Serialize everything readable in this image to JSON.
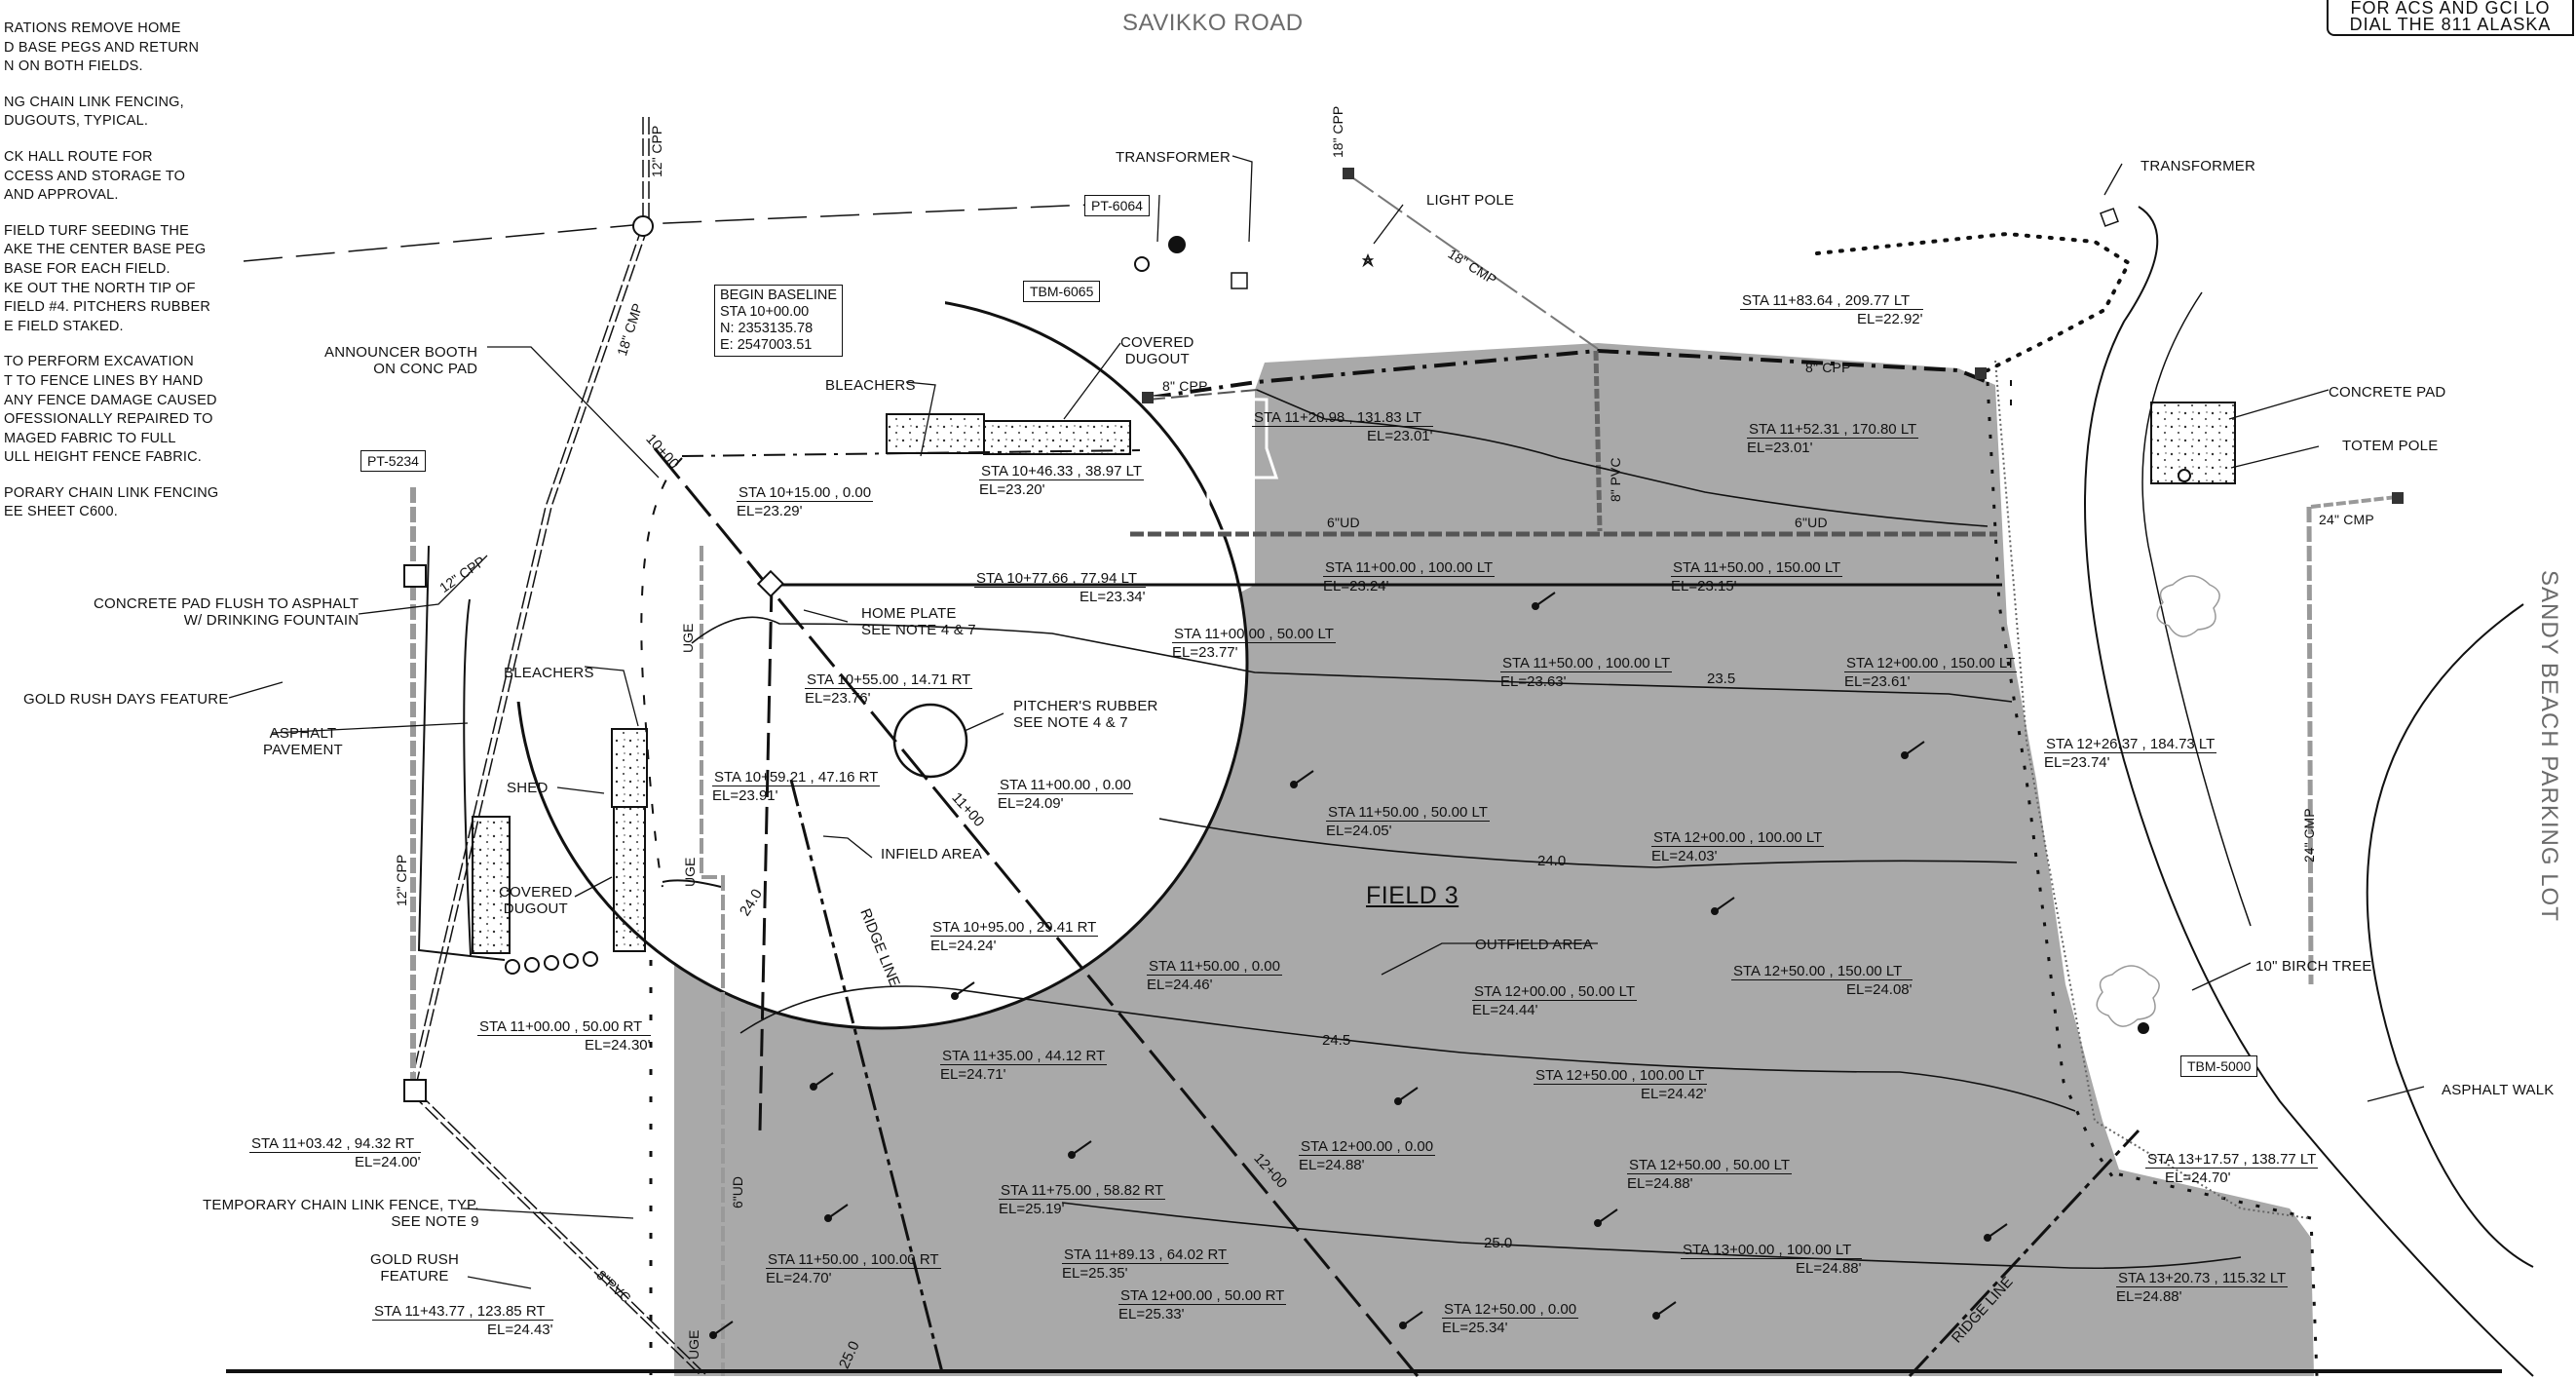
{
  "notes": [
    "RATIONS REMOVE HOME\nD BASE PEGS AND RETURN\nN ON BOTH FIELDS.",
    "NG CHAIN LINK FENCING,\nDUGOUTS, TYPICAL.",
    "CK HALL ROUTE FOR\nCCESS AND STORAGE TO\nAND APPROVAL.",
    "FIELD TURF SEEDING THE\nAKE THE CENTER BASE PEG\nBASE FOR EACH FIELD.\nKE OUT THE NORTH TIP OF\nFIELD #4. PITCHERS RUBBER\nE FIELD STAKED.",
    "TO PERFORM EXCAVATION\nT TO FENCE LINES BY HAND\nANY FENCE DAMAGE CAUSED\nOFESSIONALLY REPAIRED TO\nMAGED FABRIC TO FULL\nULL HEIGHT FENCE FABRIC.",
    "PORARY CHAIN LINK FENCING\nEE SHEET C600."
  ],
  "dig_notice": {
    "line1": "FOR ACS AND GCI LO",
    "line2": "DIAL THE 811 ALASKA"
  },
  "road_name": "SAVIKKO ROAD",
  "parking_lot": "SANDY BEACH PARKING LOT",
  "field_name": "FIELD 3",
  "baseline": {
    "title": "BEGIN BASELINE",
    "sta": "STA 10+00.00",
    "n": "N: 2353135.78",
    "e": "E: 2547003.51"
  },
  "tags": {
    "pt6064": "PT-6064",
    "tbm6065": "TBM-6065",
    "pt5234": "PT-5234",
    "tbm5000": "TBM-5000"
  },
  "callouts": {
    "transformer_left": "TRANSFORMER",
    "transformer_right": "TRANSFORMER",
    "light_pole": "LIGHT POLE",
    "covered_dugout_top": "COVERED\nDUGOUT",
    "bleachers_top": "BLEACHERS",
    "announcer_booth": "ANNOUNCER BOOTH\nON CONC PAD",
    "concrete_pad_fountain": "CONCRETE PAD FLUSH TO ASPHALT\nW/ DRINKING FOUNTAIN",
    "gold_rush_days": "GOLD RUSH DAYS FEATURE",
    "asphalt_pavement": "ASPHALT\nPAVEMENT",
    "bleachers_left": "BLEACHERS",
    "shed": "SHED",
    "covered_dugout_left": "COVERED\nDUGOUT",
    "home_plate": "HOME PLATE\nSEE NOTE 4 & 7",
    "pitchers_rubber": "PITCHER'S RUBBER\nSEE NOTE 4 & 7",
    "infield_area": "INFIELD AREA",
    "outfield_area": "OUTFIELD AREA",
    "concrete_pad": "CONCRETE PAD",
    "totem_pole": "TOTEM POLE",
    "birch_tree": "10\" BIRCH TREE",
    "asphalt_walk": "ASPHALT WALK",
    "temp_fence": "TEMPORARY CHAIN LINK FENCE, TYP.\nSEE NOTE 9",
    "gold_rush_feature": "GOLD RUSH\nFEATURE",
    "ridge_line_1": "RIDGE LINE",
    "ridge_line_2": "RIDGE LINE"
  },
  "pipes": {
    "cpp12_top": "12\" CPP",
    "cpp18_top": "18\" CPP",
    "cmp18": "18\" CMP",
    "cmp18_b": "18\" CMP",
    "cpp8_a": "8\" CPP",
    "cpp8_b": "8\" CPP",
    "pvc8": "8\" PVC",
    "ud6_a": "6\"UD",
    "ud6_b": "6\"UD",
    "ud6_c": "6\"UD",
    "cpp12_left": "12\" CPP",
    "cpp12_diag": "12\" CPP",
    "cmp24_a": "24\" CMP",
    "cmp24_b": "24\" CMP",
    "pvc8_b": "8\"PVC",
    "uge_1": "UGE",
    "uge_2": "UGE",
    "uge_3": "UGE"
  },
  "stations": [
    {
      "id": "s1",
      "sta": "STA 11+83.64 , 209.77 LT",
      "el": "EL=22.92'"
    },
    {
      "id": "s2",
      "sta": "STA 11+20.98 , 131.83 LT",
      "el": "EL=23.01'"
    },
    {
      "id": "s3",
      "sta": "STA 11+52.31 , 170.80 LT",
      "el": "EL=23.01'"
    },
    {
      "id": "s4",
      "sta": "STA 10+46.33 , 38.97 LT",
      "el": "EL=23.20'"
    },
    {
      "id": "s5",
      "sta": "STA 10+15.00 , 0.00",
      "el": "EL=23.29'"
    },
    {
      "id": "s6",
      "sta": "STA 10+77.66 , 77.94 LT",
      "el": "EL=23.34'"
    },
    {
      "id": "s7",
      "sta": "STA 11+00.00 , 100.00 LT",
      "el": "EL=23.24'"
    },
    {
      "id": "s8",
      "sta": "STA 11+50.00 , 150.00 LT",
      "el": "EL=23.15'"
    },
    {
      "id": "s9",
      "sta": "STA 11+00.00 , 50.00 LT",
      "el": "EL=23.77'"
    },
    {
      "id": "s10",
      "sta": "STA 11+50.00 , 100.00 LT",
      "el": "EL=23.63'"
    },
    {
      "id": "s11",
      "sta": "STA 12+00.00 , 150.00 LT",
      "el": "EL=23.61'"
    },
    {
      "id": "s12",
      "sta": "STA 10+55.00 , 14.71 RT",
      "el": "EL=23.76'"
    },
    {
      "id": "s13",
      "sta": "STA 12+26.37 , 184.73 LT",
      "el": "EL=23.74'"
    },
    {
      "id": "s14",
      "sta": "STA 10+59.21 , 47.16 RT",
      "el": "EL=23.91'"
    },
    {
      "id": "s15",
      "sta": "STA 11+00.00 , 0.00",
      "el": "EL=24.09'"
    },
    {
      "id": "s16",
      "sta": "STA 11+50.00 , 50.00 LT",
      "el": "EL=24.05'"
    },
    {
      "id": "s17",
      "sta": "STA 12+00.00 , 100.00 LT",
      "el": "EL=24.03'"
    },
    {
      "id": "s18",
      "sta": "STA 10+95.00 , 29.41 RT",
      "el": "EL=24.24'"
    },
    {
      "id": "s19",
      "sta": "STA 11+50.00 , 0.00",
      "el": "EL=24.46'"
    },
    {
      "id": "s20",
      "sta": "STA 12+00.00 , 50.00 LT",
      "el": "EL=24.44'"
    },
    {
      "id": "s21",
      "sta": "STA 12+50.00 , 150.00 LT",
      "el": "EL=24.08'"
    },
    {
      "id": "s22",
      "sta": "STA 11+00.00 , 50.00 RT",
      "el": "EL=24.30'"
    },
    {
      "id": "s23",
      "sta": "STA 11+35.00 , 44.12 RT",
      "el": "EL=24.71'"
    },
    {
      "id": "s24",
      "sta": "STA 12+50.00 , 100.00 LT",
      "el": "EL=24.42'"
    },
    {
      "id": "s25",
      "sta": "STA 11+03.42 , 94.32 RT",
      "el": "EL=24.00'"
    },
    {
      "id": "s26",
      "sta": "STA 12+00.00 , 0.00",
      "el": "EL=24.88'"
    },
    {
      "id": "s27",
      "sta": "STA 12+50.00 , 50.00 LT",
      "el": "EL=24.88'"
    },
    {
      "id": "s28",
      "sta": "STA 13+17.57 , 138.77 LT",
      "el": "EL=24.70'"
    },
    {
      "id": "s29",
      "sta": "STA 11+75.00 , 58.82 RT",
      "el": "EL=25.19'"
    },
    {
      "id": "s30",
      "sta": "STA 11+50.00 , 100.00 RT",
      "el": "EL=24.70'"
    },
    {
      "id": "s31",
      "sta": "STA 11+89.13 , 64.02 RT",
      "el": "EL=25.35'"
    },
    {
      "id": "s32",
      "sta": "STA 12+00.00 , 50.00 RT",
      "el": "EL=25.33'"
    },
    {
      "id": "s33",
      "sta": "STA 13+00.00 , 100.00 LT",
      "el": "EL=24.88'"
    },
    {
      "id": "s34",
      "sta": "STA 13+20.73 , 115.32 LT",
      "el": "EL=24.88'"
    },
    {
      "id": "s35",
      "sta": "STA 11+43.77 , 123.85 RT",
      "el": "EL=24.43'"
    },
    {
      "id": "s36",
      "sta": "STA 12+50.00 , 0.00",
      "el": "EL=25.34'"
    }
  ],
  "contours": {
    "c235": "23.5",
    "c240": "24.0",
    "c240b": "24.0",
    "c245": "24.5",
    "c250": "25.0",
    "c250b": "25.0"
  },
  "stationing": {
    "st1000": "10+00",
    "st1100": "11+00",
    "st1200": "12+00"
  }
}
